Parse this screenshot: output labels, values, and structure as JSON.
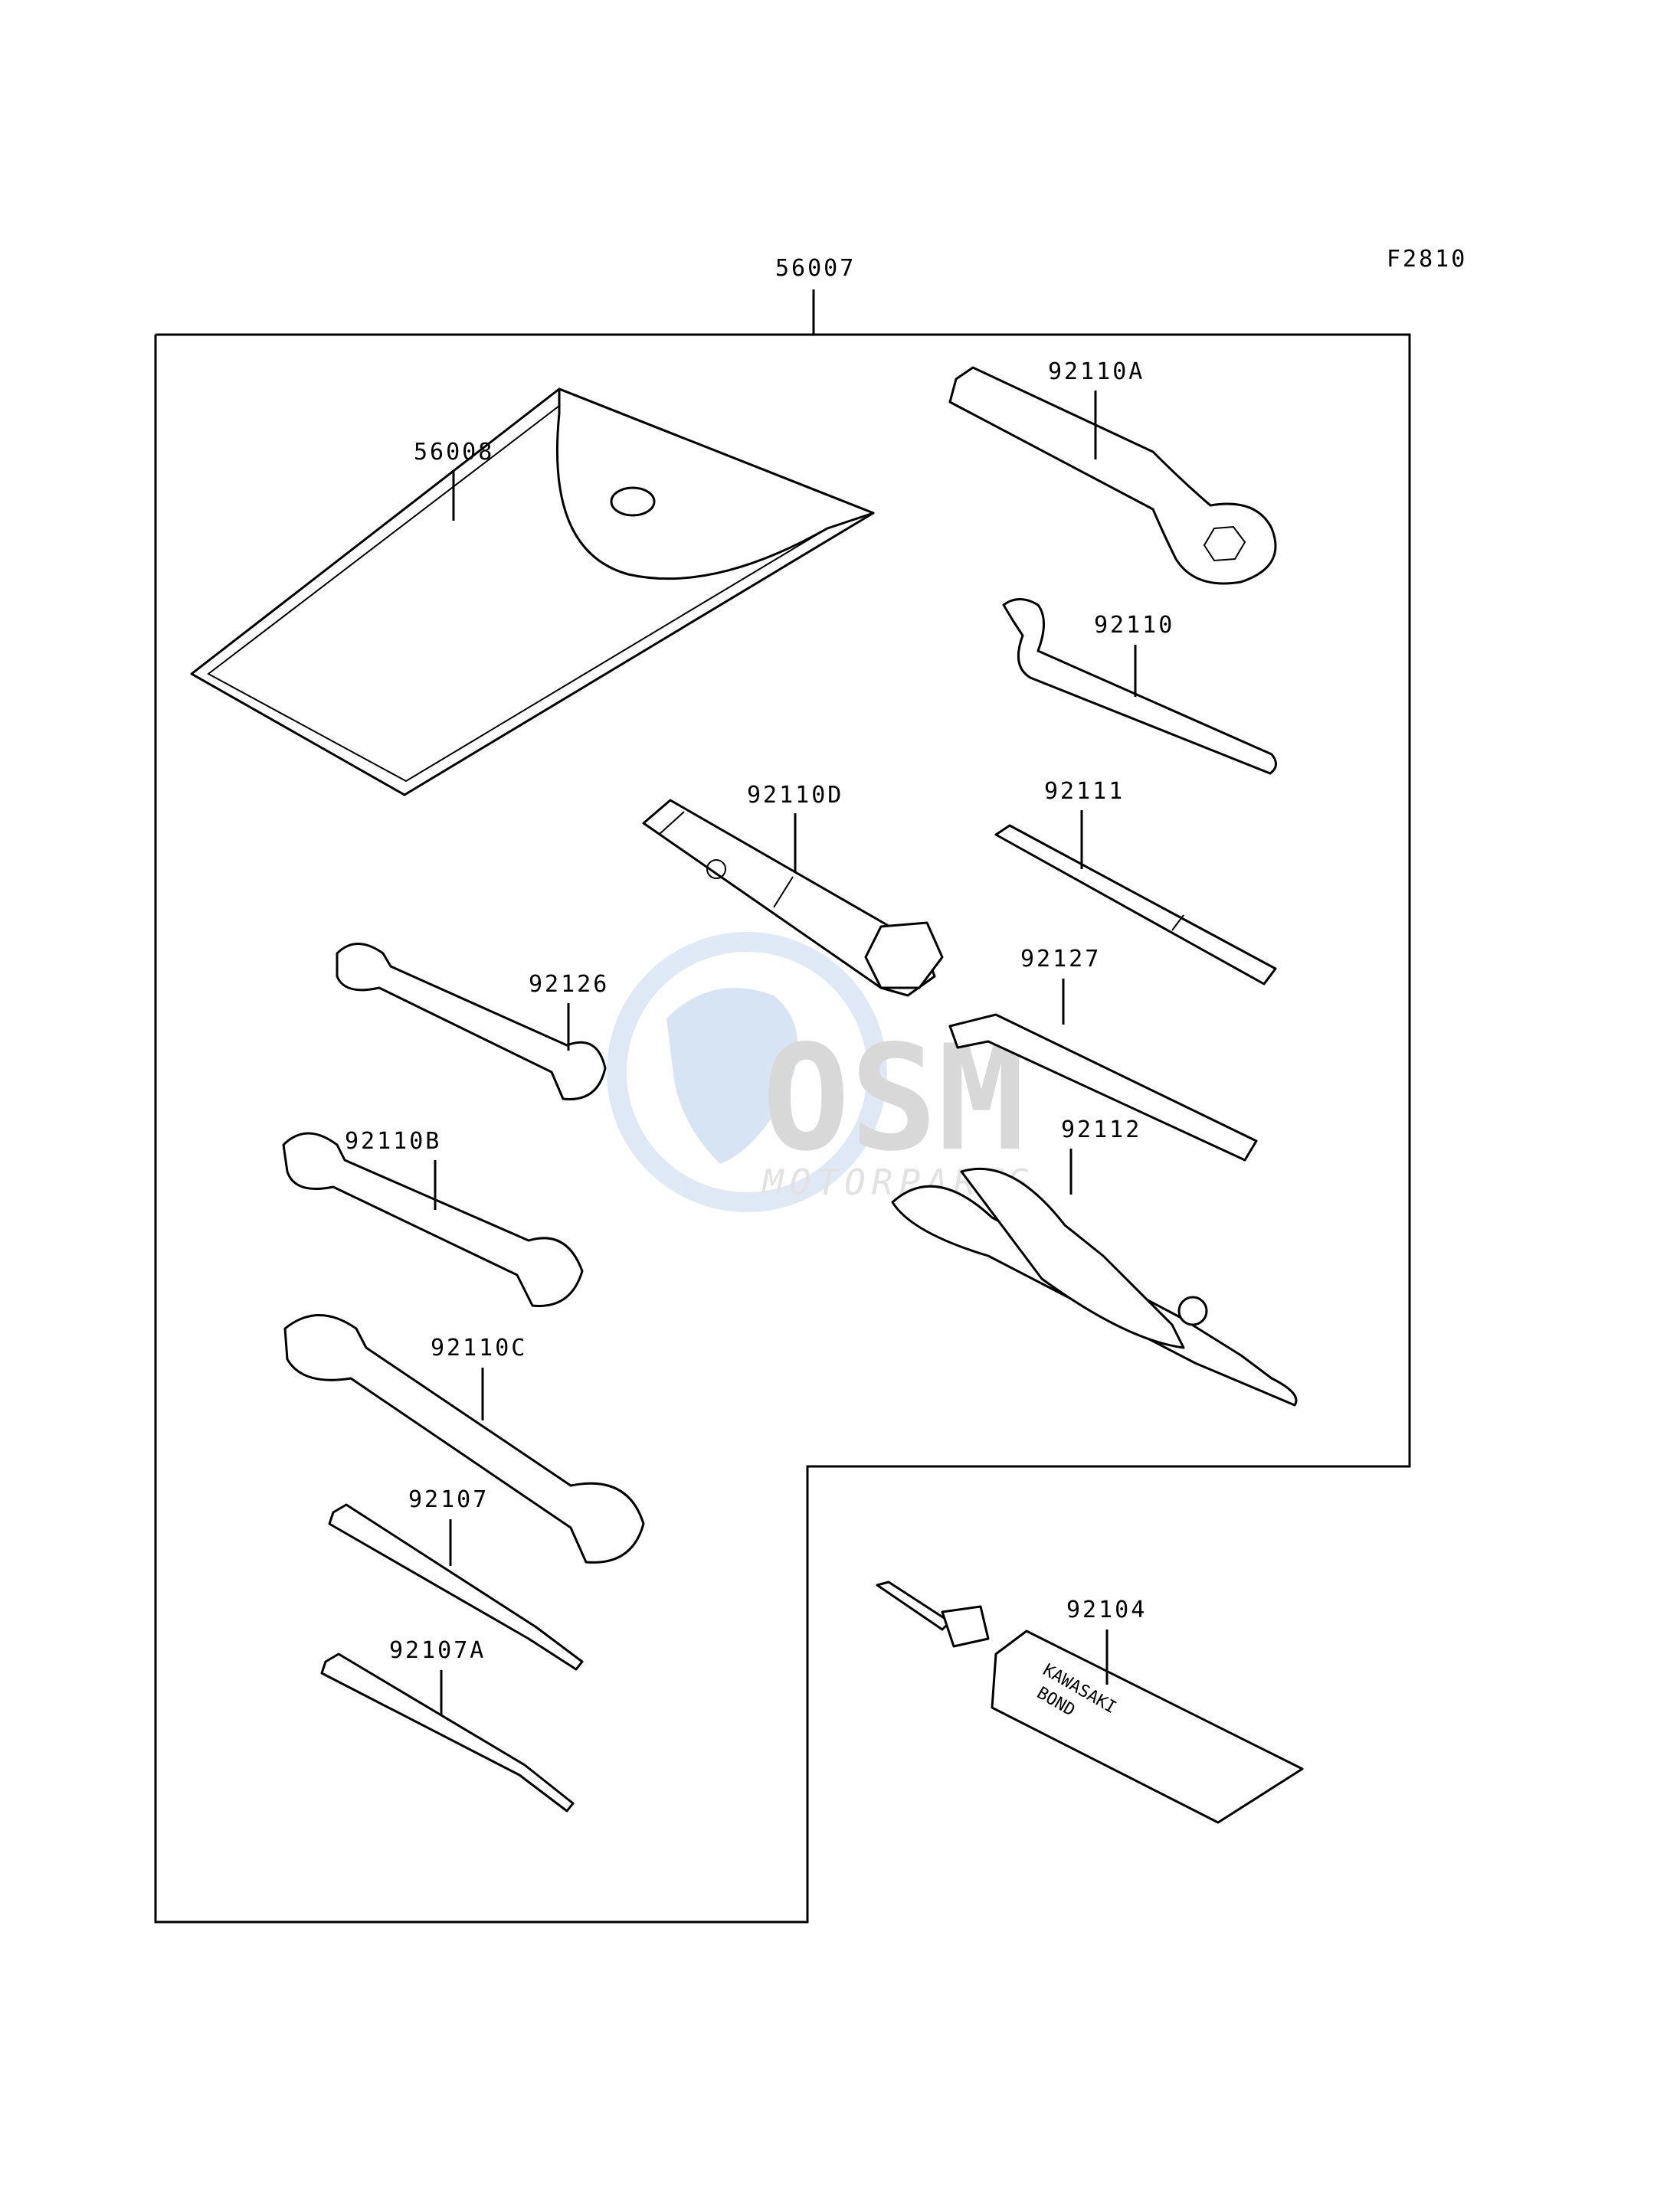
{
  "figure_code": "F2810",
  "assembly": {
    "part_no": "56007"
  },
  "parts": [
    {
      "id": "56008"
    },
    {
      "id": "92110A"
    },
    {
      "id": "92110"
    },
    {
      "id": "92110D"
    },
    {
      "id": "92111"
    },
    {
      "id": "92126"
    },
    {
      "id": "92127"
    },
    {
      "id": "92110B"
    },
    {
      "id": "92112"
    },
    {
      "id": "92110C"
    },
    {
      "id": "92107"
    },
    {
      "id": "92107A"
    },
    {
      "id": "92104"
    }
  ],
  "tube_label": {
    "line1": "KAWASAKI",
    "line2": "BOND"
  },
  "watermark": {
    "brand": "OSM",
    "tagline": "MOTORPARTS"
  }
}
